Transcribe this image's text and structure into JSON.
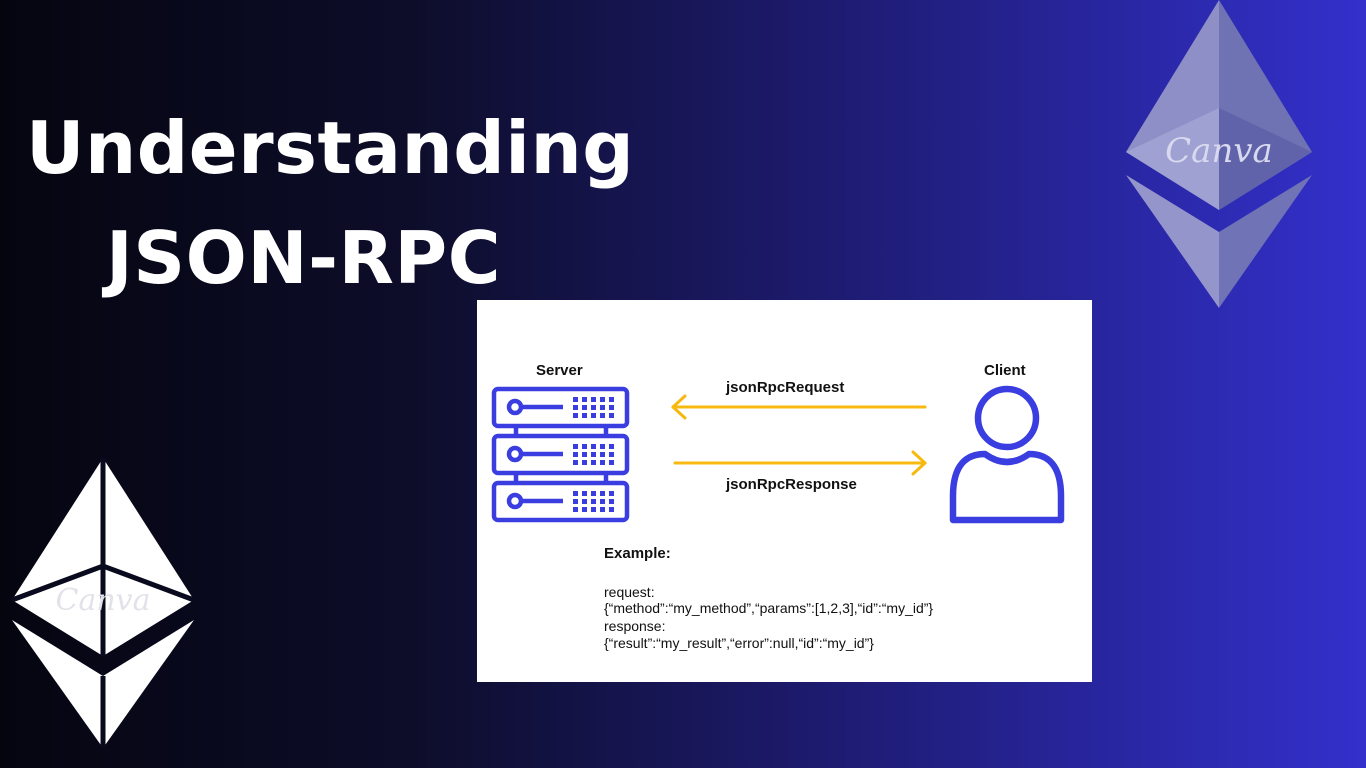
{
  "title": {
    "line1": "Understanding",
    "line2": "JSON-RPC"
  },
  "watermark": "Canva",
  "diagram": {
    "server_label": "Server",
    "client_label": "Client",
    "request_label": "jsonRpcRequest",
    "response_label": "jsonRpcResponse",
    "example_heading": "Example:",
    "code_lines": [
      "request:",
      "{“method”:“my_method”,“params”:[1,2,3],“id”:“my_id”}",
      "response:",
      "{“result”:“my_result”,“error”:null,“id”:“my_id”}"
    ]
  },
  "icons": {
    "logo_top_right": "ethereum-logo-icon",
    "logo_bottom_left": "ethereum-logo-icon",
    "server": "server-rack-icon",
    "client": "user-icon",
    "request_arrow": "arrow-left-icon",
    "response_arrow": "arrow-right-icon"
  },
  "colors": {
    "background_start": "#050510",
    "background_end": "#3330cc",
    "icon_blue": "#3a3de0",
    "arrow_yellow": "#f7b90f",
    "title_text": "#ffffff"
  }
}
